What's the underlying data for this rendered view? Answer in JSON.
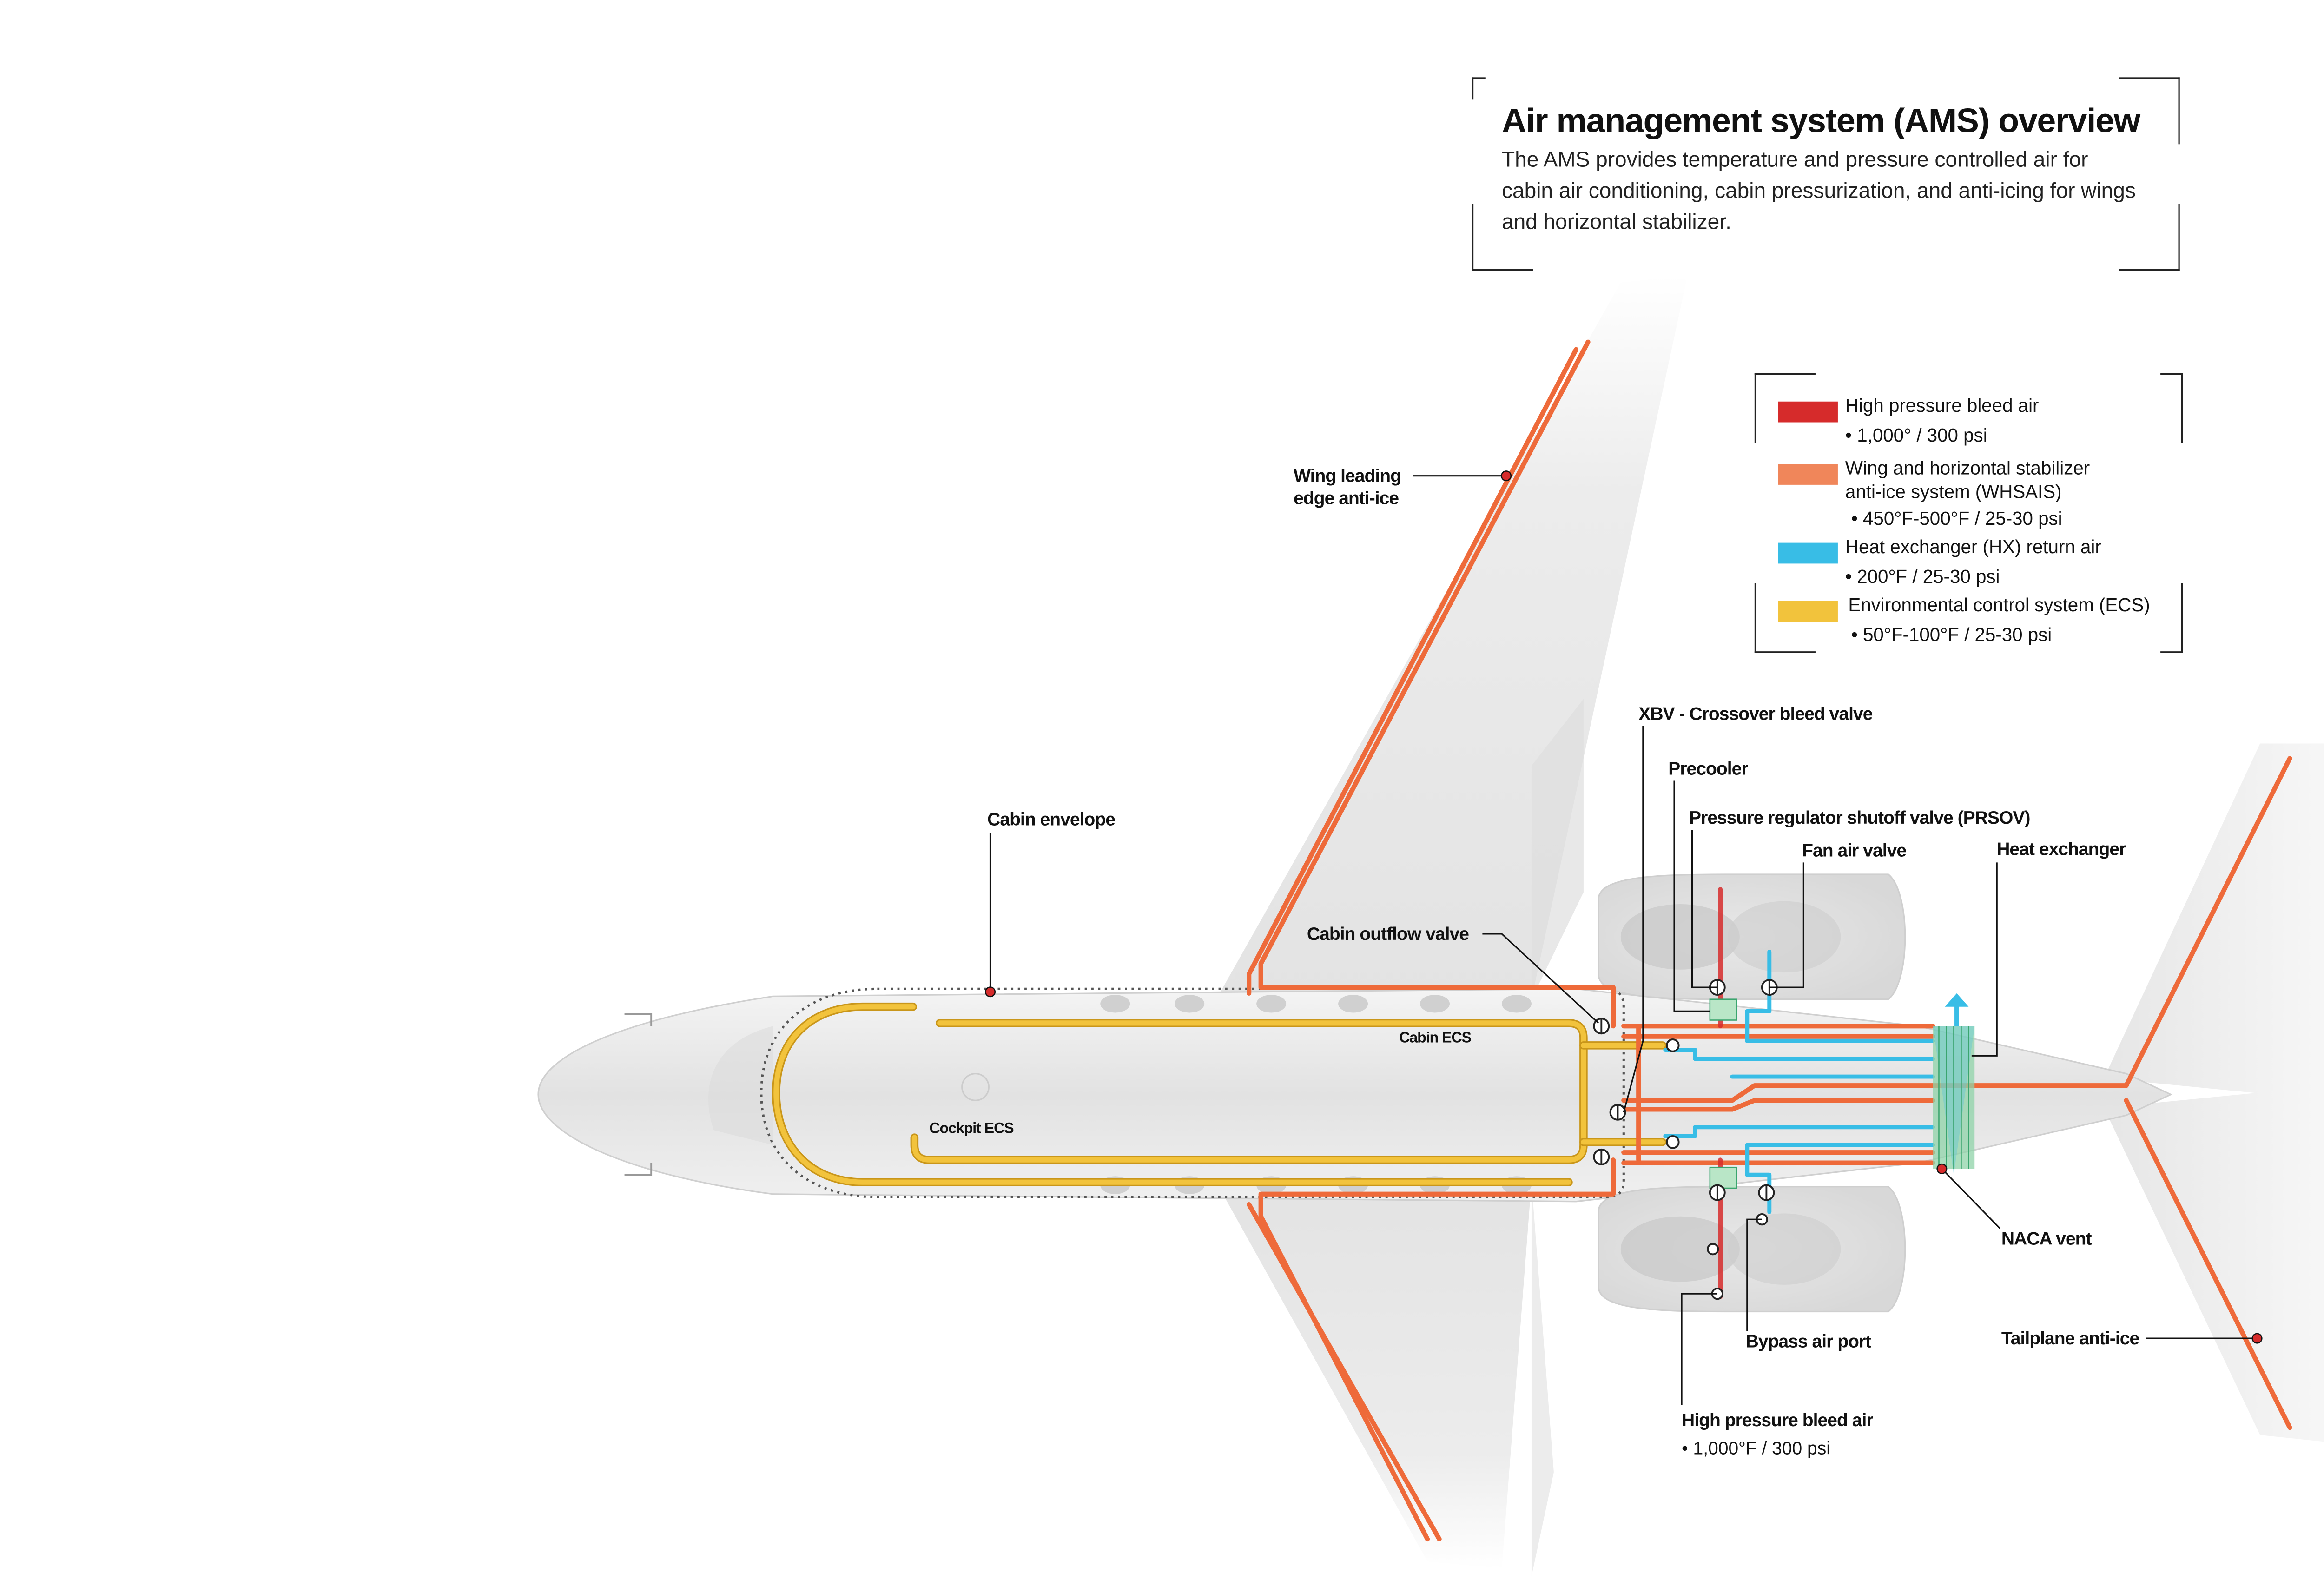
{
  "title": "Air management system (AMS) overview",
  "description": "The AMS provides temperature and pressure controlled air for cabin air conditioning, cabin pressurization, and anti-icing for wings and horizontal stabilizer.",
  "legend": [
    {
      "label": "High pressure bleed air",
      "value": "• 1,000° / 300 psi",
      "color": "#d62b2b"
    },
    {
      "label": "Wing and horizontal stabilizer\nanti-ice system (WHSAIS)",
      "value": "• 450°F-500°F / 25-30 psi",
      "color": "#f0865a"
    },
    {
      "label": "Heat exchanger (HX) return air",
      "value": "• 200°F / 25-30 psi",
      "color": "#38bde6"
    },
    {
      "label": "Environmental control system (ECS)",
      "value": "• 50°F-100°F / 25-30 psi",
      "color": "#f2c33c"
    }
  ],
  "callouts": {
    "wing_leading_edge_1": "Wing leading",
    "wing_leading_edge_2": "edge anti-ice",
    "cabin_envelope": "Cabin envelope",
    "cabin_outflow_valve": "Cabin outflow valve",
    "cabin_ecs": "Cabin ECS",
    "cockpit_ecs": "Cockpit ECS",
    "xbv": "XBV - Crossover bleed valve",
    "precooler": "Precooler",
    "prsov": "Pressure regulator shutoff valve (PRSOV)",
    "fan_air_valve": "Fan air valve",
    "heat_exchanger": "Heat exchanger",
    "naca_vent": "NACA vent",
    "tailplane_anti_ice": "Tailplane anti-ice",
    "bypass_air_port": "Bypass air port",
    "hp_bleed_air": "High pressure bleed air",
    "hp_bleed_air_value": "• 1,000°F  / 300 psi"
  },
  "colors": {
    "bleed": "#d62b2b",
    "whsais": "#ee6a3a",
    "hx_return": "#38bde6",
    "ecs": "#f2c33c",
    "airframe": "#e6e6e6"
  }
}
